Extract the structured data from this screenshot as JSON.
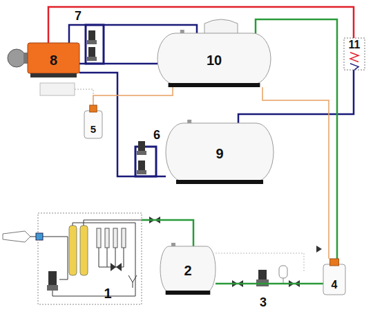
{
  "diagram": {
    "nodes": [
      {
        "text": [
          "8"
        ]
      },
      {
        "text": [
          "10"
        ]
      },
      {
        "text": [
          "11"
        ]
      },
      {
        "text": [
          "5"
        ]
      },
      {
        "text": [
          "9"
        ]
      },
      {
        "text": [
          "1"
        ]
      },
      {
        "text": [
          "2"
        ]
      },
      {
        "text": [
          "4"
        ]
      }
    ],
    "edges": [
      {
        "from": 0,
        "to": 1,
        "arrow": "none"
      },
      {
        "from": 0,
        "to": 1,
        "arrow": "none"
      },
      {
        "from": 4,
        "to": 0,
        "arrow": "none"
      },
      {
        "from": 0,
        "to": 2,
        "arrow": "none"
      },
      {
        "from": 2,
        "to": 4,
        "arrow": "none"
      },
      {
        "from": 5,
        "to": 6,
        "arrow": "none"
      },
      {
        "from": 6,
        "to": 7,
        "arrow": "none"
      },
      {
        "from": 1,
        "to": 7,
        "arrow": "none"
      },
      {
        "from": 7,
        "to": 1,
        "arrow": "none"
      },
      {
        "from": 3,
        "to": 1,
        "arrow": "none"
      }
    ],
    "labels": [
      "7",
      "6",
      "3"
    ]
  }
}
